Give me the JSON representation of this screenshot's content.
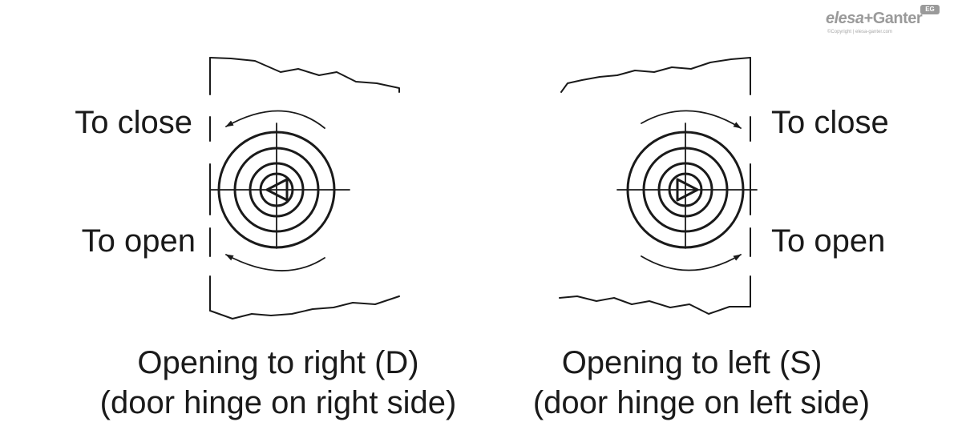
{
  "logo": {
    "brand_left": "elesa",
    "brand_sep": "+",
    "brand_right": "Ganter",
    "badge": "EG",
    "copyright": "©Copyright | elesa-ganter.com"
  },
  "left_panel": {
    "close_label": "To close",
    "open_label": "To open",
    "caption_line1": "Opening to right (D)",
    "caption_line2": "(door hinge on right side)"
  },
  "right_panel": {
    "close_label": "To close",
    "open_label": "To open",
    "caption_line1": "Opening to left (S)",
    "caption_line2": "(door hinge on left side)"
  },
  "colors": {
    "ink": "#1a1a1a",
    "logo_gray": "#9a9a9a"
  }
}
